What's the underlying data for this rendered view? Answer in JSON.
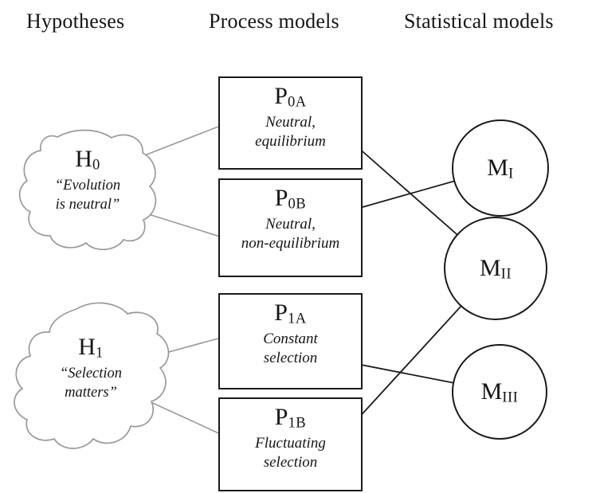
{
  "headers": {
    "hypotheses": "Hypotheses",
    "process_models": "Process models",
    "statistical_models": "Statistical models"
  },
  "hypotheses": {
    "h0": {
      "symbol": "H",
      "subscript": "0",
      "quote": "“Evolution\nis neutral”"
    },
    "h1": {
      "symbol": "H",
      "subscript": "1",
      "quote": "“Selection\nmatters”"
    }
  },
  "process_models": {
    "p0a": {
      "symbol": "P",
      "subscript": "0A",
      "description": "Neutral,\nequilibrium"
    },
    "p0b": {
      "symbol": "P",
      "subscript": "0B",
      "description": "Neutral,\nnon-equilibrium"
    },
    "p1a": {
      "symbol": "P",
      "subscript": "1A",
      "description": "Constant\nselection"
    },
    "p1b": {
      "symbol": "P",
      "subscript": "1B",
      "description": "Fluctuating\nselection"
    }
  },
  "statistical_models": {
    "m1": {
      "symbol": "M",
      "subscript": "I"
    },
    "m2": {
      "symbol": "M",
      "subscript": "II"
    },
    "m3": {
      "symbol": "M",
      "subscript": "III"
    }
  },
  "connections": {
    "hypothesis_to_process": [
      [
        "H0",
        "P0A"
      ],
      [
        "H0",
        "P0B"
      ],
      [
        "H1",
        "P1A"
      ],
      [
        "H1",
        "P1B"
      ]
    ],
    "process_to_statistical": [
      [
        "P0A",
        "MII"
      ],
      [
        "P0B",
        "MI"
      ],
      [
        "P1A",
        "MIII"
      ],
      [
        "P1B",
        "MII"
      ]
    ]
  },
  "colors": {
    "text": "#151515",
    "node_border": "#1a1a1a",
    "connector_black": "#1a1a1a",
    "connector_gray": "#999999",
    "blob_outline": "#999999",
    "background": "#ffffff"
  }
}
